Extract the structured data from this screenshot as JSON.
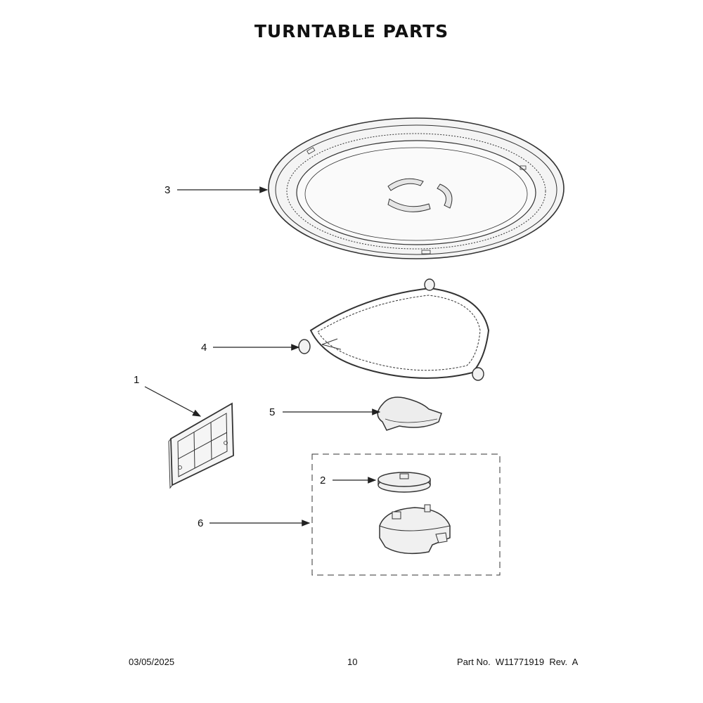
{
  "title": "TURNTABLE PARTS",
  "callouts": [
    {
      "id": "3",
      "label": "3"
    },
    {
      "id": "4",
      "label": "4"
    },
    {
      "id": "1",
      "label": "1"
    },
    {
      "id": "5",
      "label": "5"
    },
    {
      "id": "2",
      "label": "2"
    },
    {
      "id": "6",
      "label": "6"
    }
  ],
  "footer": {
    "date": "03/05/2025",
    "page": "10",
    "part_no_label": "Part No.",
    "part_no": "W11771919",
    "rev_label": "Rev.",
    "rev": "A"
  }
}
